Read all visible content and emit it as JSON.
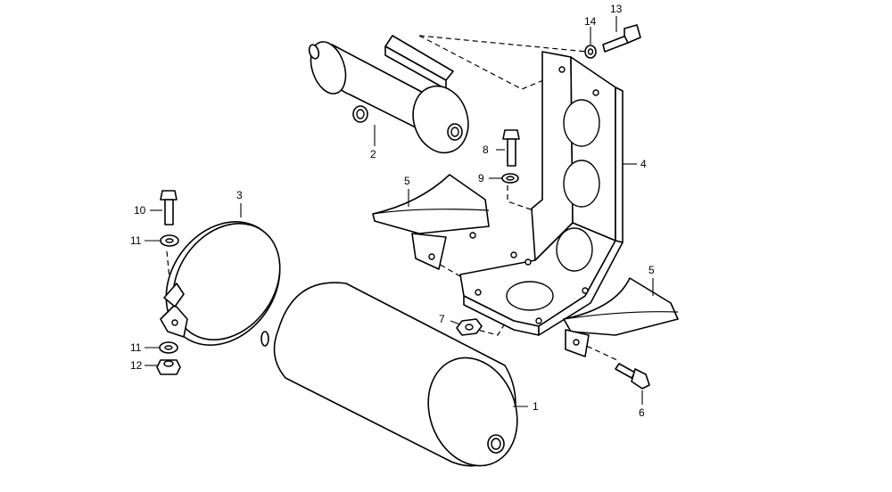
{
  "callouts": {
    "c1": "1",
    "c2": "2",
    "c3": "3",
    "c4": "4",
    "c5a": "5",
    "c5b": "5",
    "c6": "6",
    "c7": "7",
    "c8": "8",
    "c9": "9",
    "c10": "10",
    "c11a": "11",
    "c11b": "11",
    "c12": "12",
    "c13": "13",
    "c14": "14"
  }
}
